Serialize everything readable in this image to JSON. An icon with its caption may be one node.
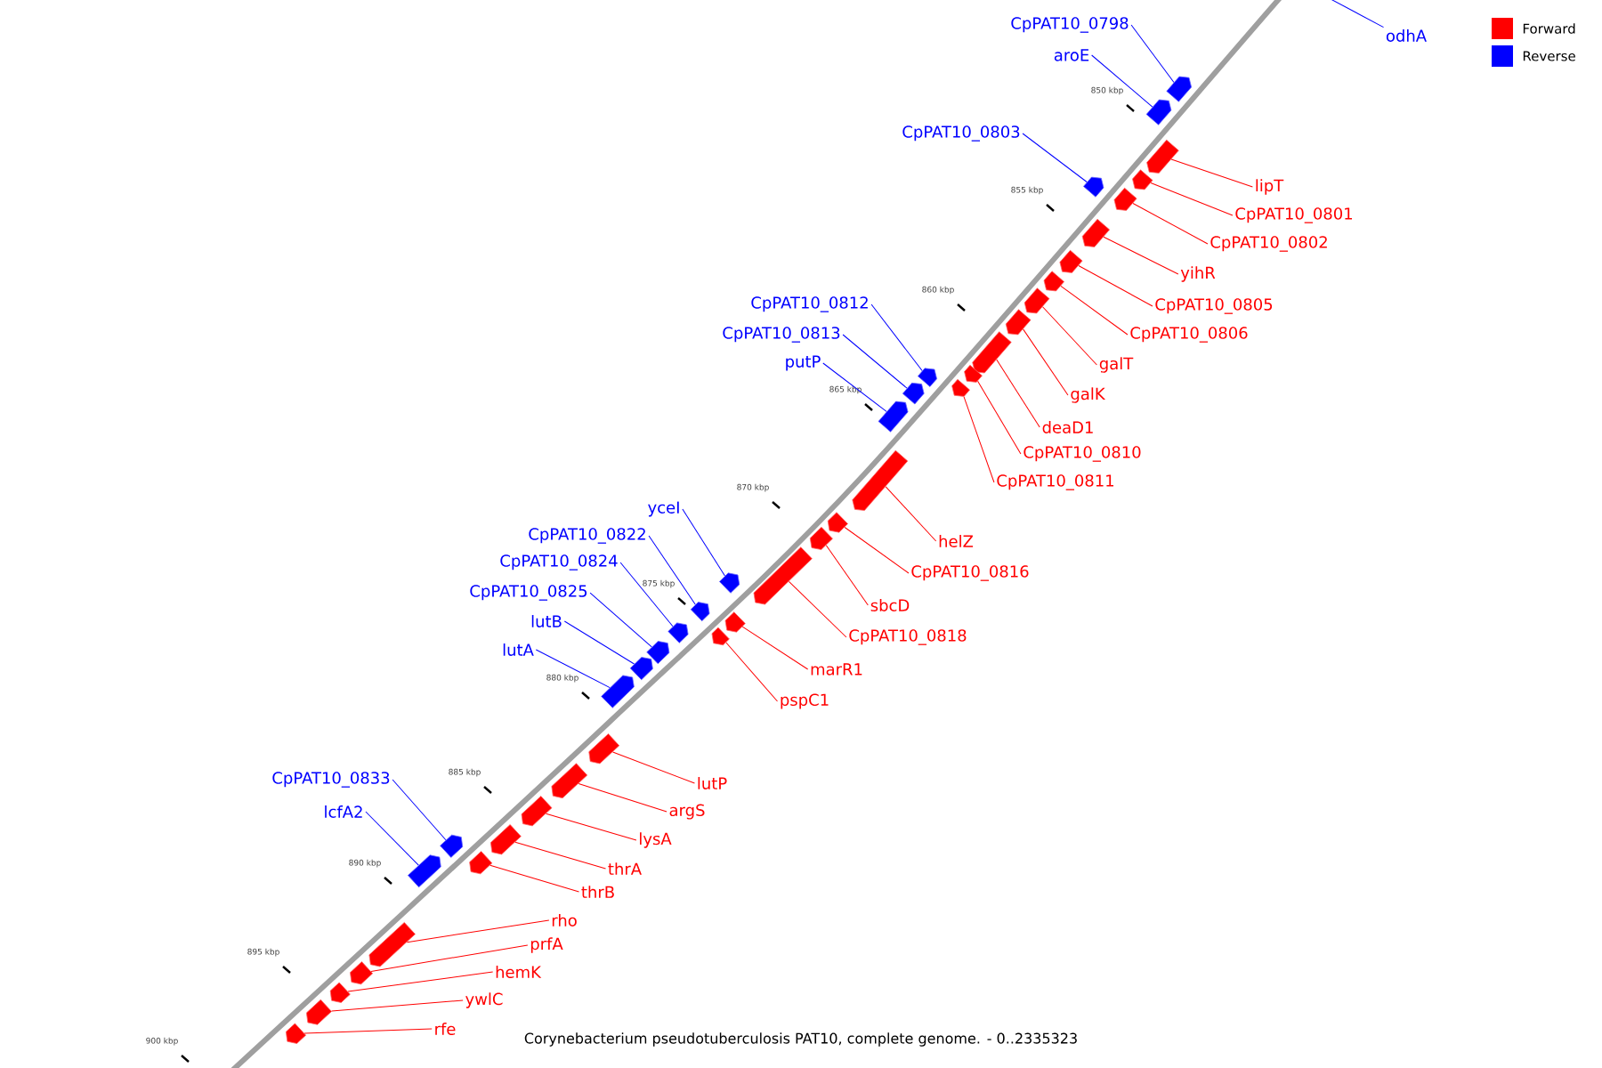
{
  "diagram": {
    "caption": "Corynebacterium pseudotuberculosis PAT10, complete genome. - 0..2335323",
    "nodes": [
      {
        "text": [
          "odhA"
        ]
      },
      {
        "text": [
          "CpPAT10_0798"
        ]
      },
      {
        "text": [],
        "shape": "pentagon"
      },
      {
        "text": [
          "aroE"
        ]
      },
      {
        "text": [],
        "shape": "pentagon"
      },
      {
        "text": [
          "CpPAT10_0803"
        ]
      },
      {
        "text": [],
        "shape": "pentagon"
      },
      {
        "text": [
          "lipT"
        ]
      },
      {
        "text": [],
        "shape": "pentagon"
      },
      {
        "text": [
          "CpPAT10_0801"
        ]
      },
      {
        "text": [],
        "shape": "pentagon"
      },
      {
        "text": [
          "CpPAT10_0802"
        ]
      },
      {
        "text": [],
        "shape": "pentagon"
      },
      {
        "text": [
          "yihR"
        ]
      },
      {
        "text": [],
        "shape": "pentagon"
      },
      {
        "text": [
          "CpPAT10_0805"
        ]
      },
      {
        "text": [],
        "shape": "pentagon"
      },
      {
        "text": [
          "CpPAT10_0806"
        ]
      },
      {
        "text": [],
        "shape": "pentagon"
      },
      {
        "text": [
          "galT"
        ]
      },
      {
        "text": [],
        "shape": "pentagon"
      },
      {
        "text": [
          "galK"
        ]
      },
      {
        "text": [],
        "shape": "pentagon"
      },
      {
        "text": [
          "deaD1"
        ]
      },
      {
        "text": [],
        "shape": "pentagon"
      },
      {
        "text": [
          "CpPAT10_0810"
        ]
      },
      {
        "text": [],
        "shape": "pentagon"
      },
      {
        "text": [
          "CpPAT10_0811"
        ]
      },
      {
        "text": [],
        "shape": "pentagon"
      },
      {
        "text": [
          "CpPAT10_0812"
        ]
      },
      {
        "text": [],
        "shape": "pentagon"
      },
      {
        "text": [
          "CpPAT10_0813"
        ]
      },
      {
        "text": [],
        "shape": "pentagon"
      },
      {
        "text": [
          "putP"
        ]
      },
      {
        "text": [],
        "shape": "pentagon"
      },
      {
        "text": [
          "helZ"
        ]
      },
      {
        "text": [],
        "shape": "pentagon"
      },
      {
        "text": [
          "CpPAT10_0816"
        ]
      },
      {
        "text": [],
        "shape": "pentagon"
      },
      {
        "text": [
          "sbcD"
        ]
      },
      {
        "text": [],
        "shape": "pentagon"
      },
      {
        "text": [
          "CpPAT10_0818"
        ]
      },
      {
        "text": [],
        "shape": "pentagon"
      },
      {
        "text": [
          "yceI"
        ]
      },
      {
        "text": [],
        "shape": "pentagon"
      },
      {
        "text": [
          "CpPAT10_0822"
        ]
      },
      {
        "text": [],
        "shape": "pentagon"
      },
      {
        "text": [
          "CpPAT10_0824"
        ]
      },
      {
        "text": [],
        "shape": "pentagon"
      },
      {
        "text": [
          "CpPAT10_0825"
        ]
      },
      {
        "text": [],
        "shape": "pentagon"
      },
      {
        "text": [
          "lutB"
        ]
      },
      {
        "text": [],
        "shape": "pentagon"
      },
      {
        "text": [
          "lutA"
        ]
      },
      {
        "text": [],
        "shape": "pentagon"
      },
      {
        "text": [
          "marR1"
        ]
      },
      {
        "text": [],
        "shape": "pentagon"
      },
      {
        "text": [
          "pspC1"
        ]
      },
      {
        "text": [],
        "shape": "pentagon"
      },
      {
        "text": [
          "lutP"
        ]
      },
      {
        "text": [],
        "shape": "pentagon"
      },
      {
        "text": [
          "argS"
        ]
      },
      {
        "text": [],
        "shape": "pentagon"
      },
      {
        "text": [
          "lysA"
        ]
      },
      {
        "text": [],
        "shape": "pentagon"
      },
      {
        "text": [
          "thrA"
        ]
      },
      {
        "text": [],
        "shape": "pentagon"
      },
      {
        "text": [
          "thrB"
        ]
      },
      {
        "text": [],
        "shape": "pentagon"
      },
      {
        "text": [
          "CpPAT10_0833"
        ]
      },
      {
        "text": [],
        "shape": "pentagon"
      },
      {
        "text": [
          "lcfA2"
        ]
      },
      {
        "text": [],
        "shape": "pentagon"
      },
      {
        "text": [
          "rho"
        ]
      },
      {
        "text": [],
        "shape": "pentagon"
      },
      {
        "text": [
          "prfA"
        ]
      },
      {
        "text": [],
        "shape": "pentagon"
      },
      {
        "text": [
          "hemK"
        ]
      },
      {
        "text": [],
        "shape": "pentagon"
      },
      {
        "text": [
          "ywlC"
        ]
      },
      {
        "text": [],
        "shape": "pentagon"
      },
      {
        "text": [
          "rfe"
        ]
      },
      {
        "text": [],
        "shape": "pentagon"
      }
    ],
    "edges": [
      {
        "from": 0,
        "to": null,
        "arrow": "none",
        "color": "#0000ff"
      },
      {
        "from": 1,
        "to": 2,
        "arrow": "none",
        "color": "#0000ff"
      },
      {
        "from": 3,
        "to": 4,
        "arrow": "none",
        "color": "#0000ff"
      },
      {
        "from": 5,
        "to": 6,
        "arrow": "none",
        "color": "#0000ff"
      },
      {
        "from": 7,
        "to": 8,
        "arrow": "none"
      },
      {
        "from": 9,
        "to": 10,
        "arrow": "none"
      },
      {
        "from": 11,
        "to": 12,
        "arrow": "none"
      },
      {
        "from": 13,
        "to": 14,
        "arrow": "none"
      },
      {
        "from": 15,
        "to": 16,
        "arrow": "none"
      },
      {
        "from": 17,
        "to": 18,
        "arrow": "none"
      },
      {
        "from": 19,
        "to": 20,
        "arrow": "none"
      },
      {
        "from": 21,
        "to": 22,
        "arrow": "none"
      },
      {
        "from": 23,
        "to": 24,
        "arrow": "none"
      },
      {
        "from": 25,
        "to": 26,
        "arrow": "none"
      },
      {
        "from": 27,
        "to": 28,
        "arrow": "none"
      },
      {
        "from": 29,
        "to": 30,
        "arrow": "none",
        "color": "#0000ff"
      },
      {
        "from": 31,
        "to": 32,
        "arrow": "none",
        "color": "#0000ff"
      },
      {
        "from": 33,
        "to": 34,
        "arrow": "none",
        "color": "#0000ff"
      },
      {
        "from": 35,
        "to": 36,
        "arrow": "none"
      },
      {
        "from": 37,
        "to": 38,
        "arrow": "none"
      },
      {
        "from": 39,
        "to": 40,
        "arrow": "none"
      },
      {
        "from": 41,
        "to": 42,
        "arrow": "none"
      },
      {
        "from": 43,
        "to": 44,
        "arrow": "none",
        "color": "#0000ff"
      },
      {
        "from": 45,
        "to": 46,
        "arrow": "none",
        "color": "#0000ff"
      },
      {
        "from": 47,
        "to": 48,
        "arrow": "none",
        "color": "#0000ff"
      },
      {
        "from": 49,
        "to": 50,
        "arrow": "none",
        "color": "#0000ff"
      },
      {
        "from": 51,
        "to": 52,
        "arrow": "none",
        "color": "#0000ff"
      },
      {
        "from": 53,
        "to": 54,
        "arrow": "none",
        "color": "#0000ff"
      },
      {
        "from": 55,
        "to": 56,
        "arrow": "none"
      },
      {
        "from": 57,
        "to": 58,
        "arrow": "none"
      },
      {
        "from": 59,
        "to": 60,
        "arrow": "none"
      },
      {
        "from": 61,
        "to": 62,
        "arrow": "none"
      },
      {
        "from": 63,
        "to": 64,
        "arrow": "none"
      },
      {
        "from": 65,
        "to": 66,
        "arrow": "none"
      },
      {
        "from": 67,
        "to": 68,
        "arrow": "none"
      },
      {
        "from": 69,
        "to": 70,
        "arrow": "none",
        "color": "#0000ff"
      },
      {
        "from": 71,
        "to": 72,
        "arrow": "none",
        "color": "#0000ff"
      },
      {
        "from": 73,
        "to": 74,
        "arrow": "none"
      },
      {
        "from": 75,
        "to": 76,
        "arrow": "none"
      },
      {
        "from": 77,
        "to": 78,
        "arrow": "none"
      },
      {
        "from": 79,
        "to": 80,
        "arrow": "none"
      },
      {
        "from": 81,
        "to": 82,
        "arrow": "none"
      }
    ],
    "labels": [
      "850 kbp",
      "855 kbp",
      "860 kbp",
      "865 kbp",
      "870 kbp",
      "875 kbp",
      "880 kbp",
      "885 kbp",
      "890 kbp",
      "895 kbp",
      "900 kbp"
    ],
    "legend": [
      {
        "text": "Forward",
        "color": "#ff0000"
      },
      {
        "text": "Reverse",
        "color": "#0000ff"
      }
    ]
  }
}
